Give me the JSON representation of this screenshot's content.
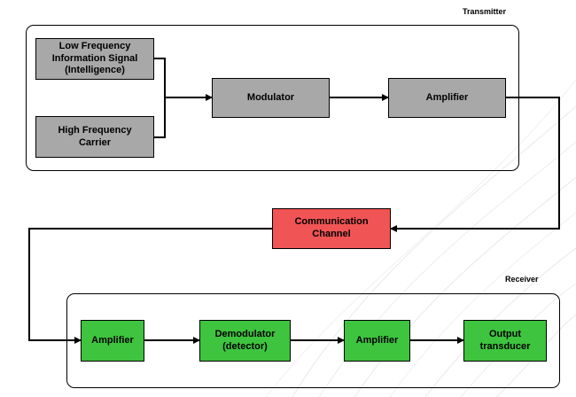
{
  "transmitter": {
    "label": "Transmitter",
    "low_freq_signal": "Low Frequency\nInformation Signal\n(Intelligence)",
    "high_freq_carrier": "High Frequency\nCarrier",
    "modulator": "Modulator",
    "amplifier": "Amplifier"
  },
  "channel": {
    "label": "Communication\nChannel"
  },
  "receiver": {
    "label": "Receiver",
    "amplifier_in": "Amplifier",
    "demodulator": "Demodulator\n(detector)",
    "amplifier_out": "Amplifier",
    "output_transducer": "Output\ntransducer"
  },
  "colors": {
    "source_blocks": "#a8a8a8",
    "channel_block": "#f15454",
    "receiver_blocks": "#3ec43e"
  }
}
